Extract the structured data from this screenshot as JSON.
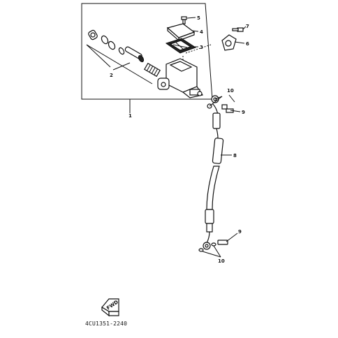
{
  "diagram": {
    "part_number": "4CU1351-2240",
    "arrow_label": "FWD",
    "callouts": [
      {
        "id": "1",
        "label": "1"
      },
      {
        "id": "2",
        "label": "2"
      },
      {
        "id": "3",
        "label": "3"
      },
      {
        "id": "4",
        "label": "4"
      },
      {
        "id": "5",
        "label": "5"
      },
      {
        "id": "6",
        "label": "6"
      },
      {
        "id": "7",
        "label": "7"
      },
      {
        "id": "8",
        "label": "8"
      },
      {
        "id": "9a",
        "label": "9"
      },
      {
        "id": "9b",
        "label": "9"
      },
      {
        "id": "10a",
        "label": "10"
      },
      {
        "id": "10b",
        "label": "10"
      }
    ]
  }
}
